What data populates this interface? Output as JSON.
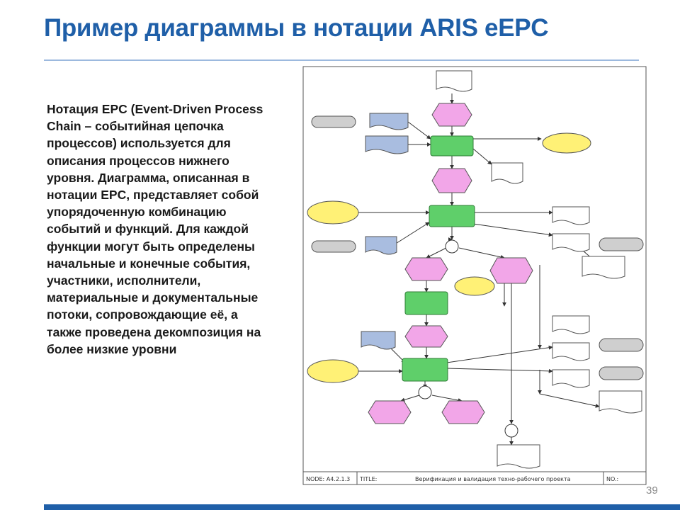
{
  "slide": {
    "title": "Пример диаграммы в нотации ARIS eEPC",
    "body": "Нотация EPC (Event-Driven Process Chain – событийная цепочка процессов) используется для описания процессов нижнего уровня. Диаграмма, описанная в нотации EPC, представляет собой упорядоченную комбинацию событий и функций. Для каждой функции могут быть определены начальные и конечные события, участники, исполнители, материальные и документальные потоки, сопровождающие её, а также проведена декомпозиция на более низкие уровни",
    "page_number": "39"
  },
  "diagram": {
    "colors": {
      "event": "#f2a6e8",
      "function": "#5fcf6a",
      "document": "#a9bde0",
      "role": "#fff176",
      "external": "#cfcfcf",
      "reference": "#ffffff",
      "line": "#333333"
    },
    "footer": {
      "node_label": "NODE: А4.2.1.3",
      "title_label": "TITLE:",
      "title_value": "Верификация и валидация техно-рабочего проекта",
      "no_label": "NO.:"
    }
  }
}
